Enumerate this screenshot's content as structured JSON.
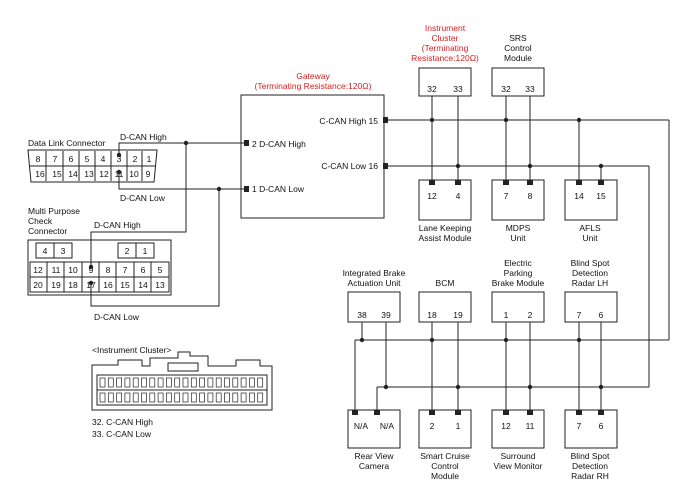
{
  "gateway": {
    "title": "Gateway",
    "subtitle": "(Terminating Resistance:120Ω)",
    "pins": {
      "dcan_high": "2 D-CAN High",
      "dcan_low": "1 D-CAN Low",
      "ccan_high": "C-CAN High 15",
      "ccan_low": "C-CAN Low 16"
    }
  },
  "dlc": {
    "title": "Data Link Connector",
    "row1": [
      "8",
      "7",
      "6",
      "5",
      "4",
      "3",
      "2",
      "1"
    ],
    "row2": [
      "16",
      "15",
      "14",
      "13",
      "12",
      "11",
      "10",
      "9"
    ],
    "high_label": "D-CAN High",
    "low_label": "D-CAN Low"
  },
  "mpc": {
    "title": [
      "Multi Purpose",
      "Check",
      "Connector"
    ],
    "top_pins": [
      "4",
      "3",
      "2",
      "1"
    ],
    "row1": [
      "12",
      "11",
      "10",
      "9",
      "8",
      "7",
      "6",
      "5"
    ],
    "row2": [
      "20",
      "19",
      "18",
      "17",
      "16",
      "15",
      "14",
      "13"
    ],
    "high_label": "D-CAN High",
    "low_label": "D-CAN Low"
  },
  "top_modules": [
    {
      "name": [
        "Instrument",
        "Cluster",
        "(Terminating",
        "Resistance:120Ω)"
      ],
      "pins": [
        "32",
        "33"
      ],
      "red": true
    },
    {
      "name": [
        "SRS",
        "Control",
        "Module"
      ],
      "pins": [
        "32",
        "33"
      ],
      "red": false
    }
  ],
  "row2_modules": [
    {
      "name": [
        "Lane Keeping",
        "Assist Module"
      ],
      "pins": [
        "12",
        "4"
      ]
    },
    {
      "name": [
        "MDPS",
        "Unit"
      ],
      "pins": [
        "7",
        "8"
      ]
    },
    {
      "name": [
        "AFLS",
        "Unit"
      ],
      "pins": [
        "14",
        "15"
      ]
    }
  ],
  "row3_modules": [
    {
      "name": [
        "Integrated Brake",
        "Actuation Unit"
      ],
      "pins": [
        "38",
        "39"
      ]
    },
    {
      "name": [
        "BCM"
      ],
      "pins": [
        "18",
        "19"
      ]
    },
    {
      "name": [
        "Electric",
        "Parking",
        "Brake Module"
      ],
      "pins": [
        "1",
        "2"
      ]
    },
    {
      "name": [
        "Blind Spot",
        "Detection",
        "Radar LH"
      ],
      "pins": [
        "7",
        "6"
      ]
    }
  ],
  "row4_modules": [
    {
      "name": [
        "Rear View",
        "Camera"
      ],
      "pins": [
        "N/A",
        "N/A"
      ]
    },
    {
      "name": [
        "Smart Cruise",
        "Control",
        "Module"
      ],
      "pins": [
        "2",
        "1"
      ]
    },
    {
      "name": [
        "Surround",
        "View Monitor"
      ],
      "pins": [
        "12",
        "11"
      ]
    },
    {
      "name": [
        "Blind Spot",
        "Detection",
        "Radar RH"
      ],
      "pins": [
        "7",
        "6"
      ]
    }
  ],
  "cluster_connector": {
    "title": "<Instrument Cluster>",
    "notes": [
      "32. C-CAN High",
      "33. C-CAN Low"
    ]
  }
}
